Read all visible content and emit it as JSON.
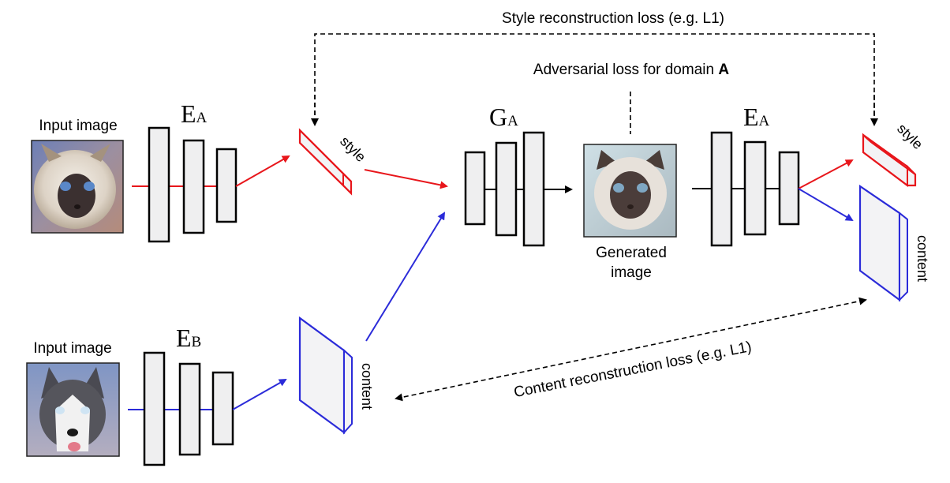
{
  "labels": {
    "style_loss": "Style reconstruction loss (e.g. L1)",
    "adv_loss_prefix": "Adversarial loss for domain ",
    "adv_loss_domain": "A",
    "content_loss": "Content reconstruction loss (e.g. L1)",
    "input_image_a": "Input image",
    "input_image_b": "Input image",
    "generated_1": "Generated",
    "generated_2": "image",
    "style_1": "style",
    "style_2": "style",
    "content_1": "content",
    "content_2": "content"
  },
  "networks": {
    "encoder_a_1": {
      "main": "E",
      "sub": "A"
    },
    "encoder_b": {
      "main": "E",
      "sub": "B"
    },
    "generator_a": {
      "main": "G",
      "sub": "A"
    },
    "encoder_a_2": {
      "main": "E",
      "sub": "A"
    }
  },
  "images": {
    "input_a": "cat-photo",
    "input_b": "husky-photo",
    "generated": "generated-cat-photo"
  },
  "colors": {
    "style_path": "#e8161b",
    "content_path": "#2b2bd9",
    "generator_path": "#000000",
    "block_fill": "#efeff0",
    "code_face": "#f3f3f5",
    "code_top": "#bcbcbc"
  }
}
